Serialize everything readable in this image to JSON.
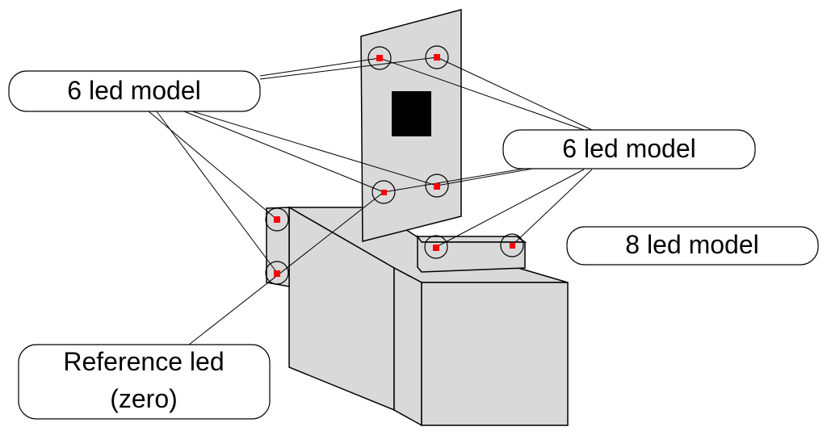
{
  "colors": {
    "body": "#d9d9d9",
    "outline": "#000000",
    "led": "#ff0000",
    "window": "#000000",
    "callout_fill": "#ffffff"
  },
  "callouts": {
    "top_left": "6 led model",
    "middle_right": "6 led model",
    "right": "8 led model",
    "reference_line1": "Reference led",
    "reference_line2": "(zero)"
  }
}
